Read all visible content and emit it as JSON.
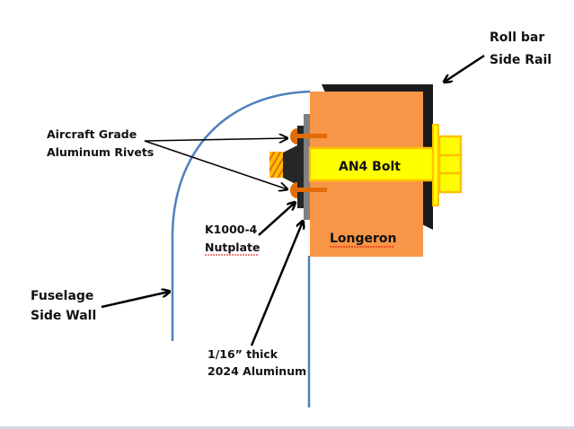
{
  "labels": {
    "roll_bar_line1": "Roll bar",
    "roll_bar_line2": "Side Rail",
    "rivets_line1": "Aircraft Grade",
    "rivets_line2": "Aluminum Rivets",
    "bolt": "AN4 Bolt",
    "longeron": "Longeron",
    "nutplate_line1": "K1000-4",
    "nutplate_line2": "Nutplate",
    "fuselage_line1": "Fuselage",
    "fuselage_line2": "Side Wall",
    "aluminum_line1": "1/16” thick",
    "aluminum_line2": "2024 Aluminum"
  },
  "colors": {
    "longeron": "#f79646",
    "bolt": "#ffff00",
    "bolt_outline": "#ffc000",
    "rail": "#1a1a1a",
    "plate": "#808080",
    "nutplate": "#262626",
    "rivet": "#e36c09",
    "skin": "#4f81bd",
    "arrow": "#000000"
  }
}
